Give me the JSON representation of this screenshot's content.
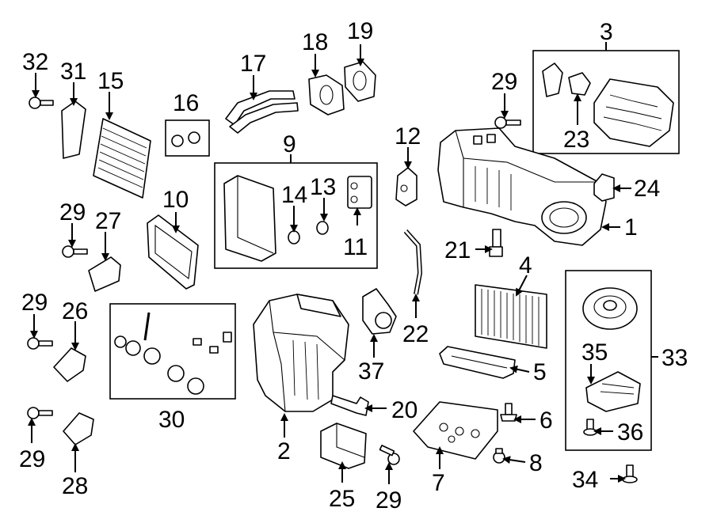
{
  "callouts": [
    {
      "id": "1",
      "text": "1"
    },
    {
      "id": "2",
      "text": "2"
    },
    {
      "id": "3",
      "text": "3"
    },
    {
      "id": "4",
      "text": "4"
    },
    {
      "id": "5",
      "text": "5"
    },
    {
      "id": "6",
      "text": "6"
    },
    {
      "id": "7",
      "text": "7"
    },
    {
      "id": "8",
      "text": "8"
    },
    {
      "id": "9",
      "text": "9"
    },
    {
      "id": "10",
      "text": "10"
    },
    {
      "id": "11",
      "text": "11"
    },
    {
      "id": "12",
      "text": "12"
    },
    {
      "id": "13",
      "text": "13"
    },
    {
      "id": "14",
      "text": "14"
    },
    {
      "id": "15",
      "text": "15"
    },
    {
      "id": "16",
      "text": "16"
    },
    {
      "id": "17",
      "text": "17"
    },
    {
      "id": "18",
      "text": "18"
    },
    {
      "id": "19",
      "text": "19"
    },
    {
      "id": "20",
      "text": "20"
    },
    {
      "id": "21",
      "text": "21"
    },
    {
      "id": "22",
      "text": "22"
    },
    {
      "id": "23",
      "text": "23"
    },
    {
      "id": "24",
      "text": "24"
    },
    {
      "id": "25",
      "text": "25"
    },
    {
      "id": "26",
      "text": "26"
    },
    {
      "id": "27",
      "text": "27"
    },
    {
      "id": "28",
      "text": "28"
    },
    {
      "id": "29a",
      "text": "29"
    },
    {
      "id": "29b",
      "text": "29"
    },
    {
      "id": "29c",
      "text": "29"
    },
    {
      "id": "29d",
      "text": "29"
    },
    {
      "id": "29e",
      "text": "29"
    },
    {
      "id": "30",
      "text": "30"
    },
    {
      "id": "31",
      "text": "31"
    },
    {
      "id": "32",
      "text": "32"
    },
    {
      "id": "33",
      "text": "33"
    },
    {
      "id": "34",
      "text": "34"
    },
    {
      "id": "35",
      "text": "35"
    },
    {
      "id": "36",
      "text": "36"
    },
    {
      "id": "37",
      "text": "37"
    }
  ]
}
